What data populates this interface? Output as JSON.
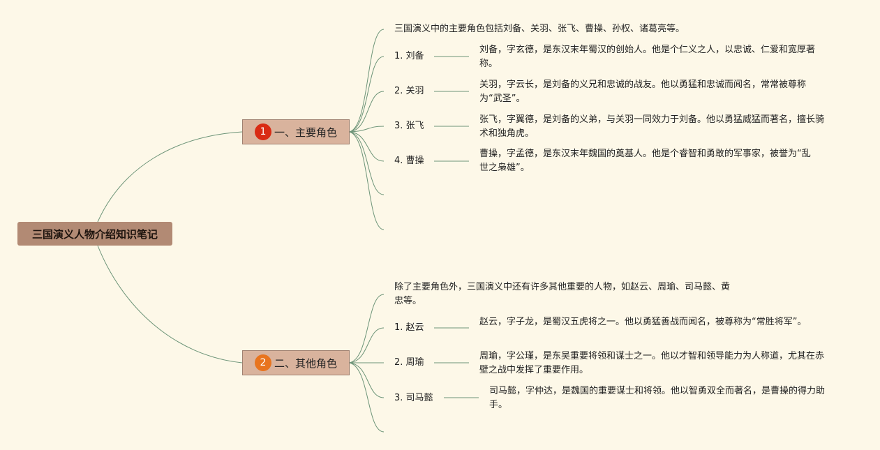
{
  "root": {
    "title": "三国演义人物介绍知识笔记"
  },
  "branches": [
    {
      "number": "1",
      "badge_color": "#d92b14",
      "title": "一、主要角色",
      "intro": "三国演义中的主要角色包括刘备、关羽、张飞、曹操、孙权、诸葛亮等。",
      "items": [
        {
          "label": "1. 刘备",
          "desc": "刘备，字玄德，是东汉末年蜀汉的创始人。他是个仁义之人，以忠诚、仁爱和宽厚著称。"
        },
        {
          "label": "2. 关羽",
          "desc": "关羽，字云长，是刘备的义兄和忠诚的战友。他以勇猛和忠诚而闻名，常常被尊称为“武圣”。"
        },
        {
          "label": "3. 张飞",
          "desc": "张飞，字翼德，是刘备的义弟，与关羽一同效力于刘备。他以勇猛威猛而著名，擅长骑术和独角虎。"
        },
        {
          "label": "4. 曹操",
          "desc": "曹操，字孟德，是东汉末年魏国的奠基人。他是个睿智和勇敢的军事家，被誉为“乱世之枭雄”。"
        }
      ]
    },
    {
      "number": "2",
      "badge_color": "#e8741e",
      "title": "二、其他角色",
      "intro": "除了主要角色外，三国演义中还有许多其他重要的人物，如赵云、周瑜、司马懿、黄忠等。",
      "items": [
        {
          "label": "1. 赵云",
          "desc": "赵云，字子龙，是蜀汉五虎将之一。他以勇猛善战而闻名，被尊称为“常胜将军”。"
        },
        {
          "label": "2. 周瑜",
          "desc": "周瑜，字公瑾，是东吴重要将领和谋士之一。他以才智和领导能力为人称道，尤其在赤壁之战中发挥了重要作用。"
        },
        {
          "label": "3. 司马懿",
          "desc": "司马懿，字仲达，是魏国的重要谋士和将领。他以智勇双全而著名，是曹操的得力助手。"
        }
      ]
    }
  ]
}
